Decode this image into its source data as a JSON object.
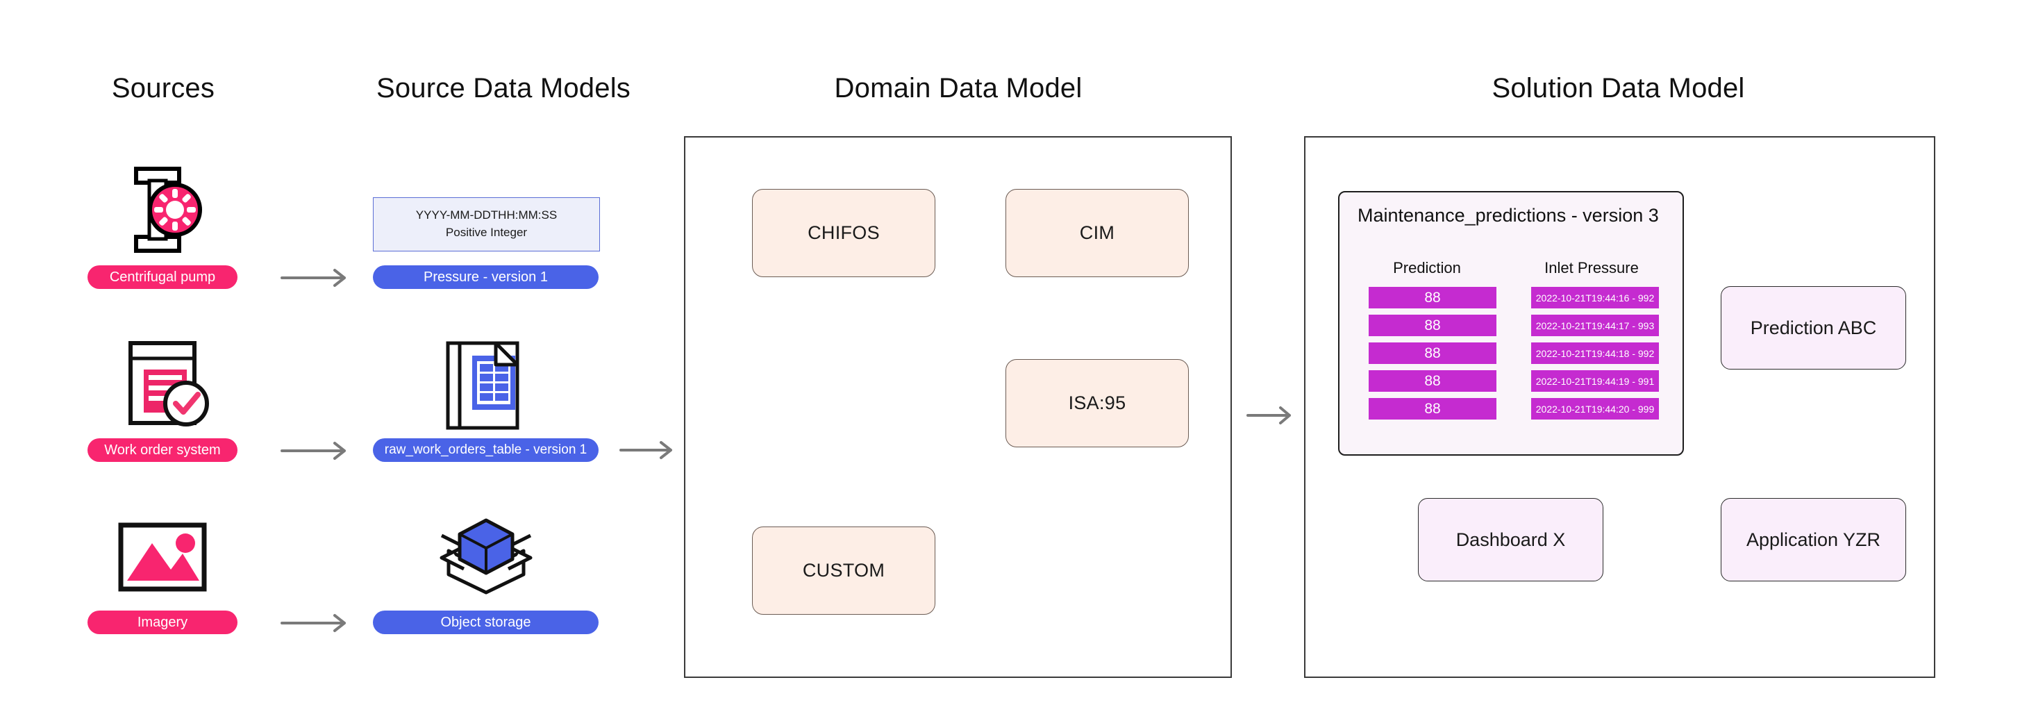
{
  "columns": [
    {
      "key": "sources",
      "title": "Sources"
    },
    {
      "key": "source_data_models",
      "title": "Source Data Models"
    },
    {
      "key": "domain_data_model",
      "title": "Domain Data Model"
    },
    {
      "key": "solution_data_model",
      "title": "Solution Data Model"
    }
  ],
  "sources": {
    "items": [
      {
        "icon": "centrifugal-pump-icon",
        "label": "Centrifugal pump"
      },
      {
        "icon": "work-order-document-icon",
        "label": "Work order system"
      },
      {
        "icon": "imagery-picture-icon",
        "label": "Imagery"
      }
    ]
  },
  "source_data_models": {
    "items": [
      {
        "icon": "schema-box",
        "schema_lines": [
          "YYYY-MM-DDTHH:MM:SS",
          "Positive Integer"
        ],
        "label": "Pressure - version 1"
      },
      {
        "icon": "table-document-icon",
        "label": "raw_work_orders_table - version 1"
      },
      {
        "icon": "object-storage-box-icon",
        "label": "Object storage"
      }
    ]
  },
  "domain_data_model": {
    "boxes": [
      {
        "label": "CHIFOS"
      },
      {
        "label": "CIM"
      },
      {
        "label": "ISA:95"
      },
      {
        "label": "CUSTOM"
      }
    ]
  },
  "solution_data_model": {
    "card": {
      "title": "Maintenance_predictions - version 3",
      "headers": [
        "Prediction",
        "Inlet Pressure"
      ],
      "rows": [
        {
          "prediction": "88",
          "inlet_pressure": "2022-10-21T19:44:16 - 992"
        },
        {
          "prediction": "88",
          "inlet_pressure": "2022-10-21T19:44:17 - 993"
        },
        {
          "prediction": "88",
          "inlet_pressure": "2022-10-21T19:44:18 - 992"
        },
        {
          "prediction": "88",
          "inlet_pressure": "2022-10-21T19:44:19 - 991"
        },
        {
          "prediction": "88",
          "inlet_pressure": "2022-10-21T19:44:20 - 999"
        }
      ]
    },
    "boxes": [
      {
        "label": "Prediction ABC"
      },
      {
        "label": "Dashboard X"
      },
      {
        "label": "Application YZR"
      }
    ]
  },
  "arrows": {
    "glyph": "arrow-right-icon",
    "count": 5
  },
  "colors": {
    "pink": "#F8256F",
    "blue": "#4A63E7",
    "magenta": "#C52BD0",
    "peach": "#FDEEE6",
    "lavender": "#FAEEFB",
    "schema_fill": "#EDEFFA",
    "arrow_gray": "#7a7a7a"
  }
}
